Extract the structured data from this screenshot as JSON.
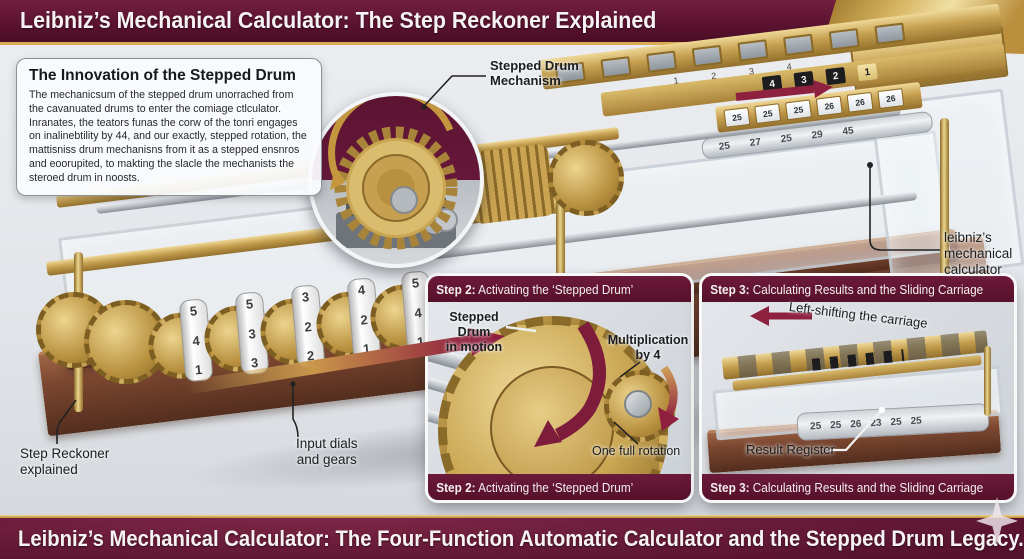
{
  "header": {
    "title": "Leibniz’s Mechanical Calculator: The Step Reckoner Explained"
  },
  "footer": {
    "title": "Leibniz’s Mechanical Calculator: The Four-Function Automatic Calculator and the Stepped Drum Legacy."
  },
  "innovation_box": {
    "title": "The Innovation of the Stepped Drum",
    "body": "The mechanicsum of the stepped drum unorrached from the cavanuated drums to enter the comiage ctlculator. Inranates, the teators funas the corw of the tonri engages on inalinebtility by 44, and our exactly, stepped rotation, the mattisniss drum mechanisns from it as a stepped ensnros and eoorupited, to makting the slacle the mechanists the steroed drum in noosts."
  },
  "callouts": {
    "stepped_drum_mechanism": "Stepped Drum\nMechanism",
    "leibniz_calculator": "leibniz’s\nmechanical\ncalculator",
    "step_reckoner": "Step Reckoner\nexplained",
    "input_dials": "Input dials\nand gears"
  },
  "machine": {
    "carriage_tabs": [
      "4",
      "3",
      "2",
      "1"
    ],
    "rail_numbers": [
      "1",
      "2",
      "3",
      "4"
    ],
    "window_digits": [
      "25",
      "25",
      "25",
      "26",
      "26",
      "26"
    ],
    "register_digits": [
      "25",
      "27",
      "25",
      "29",
      "45"
    ],
    "dial_wheels": [
      [
        "5",
        "4",
        "1"
      ],
      [
        "5",
        "3",
        "3"
      ],
      [
        "3",
        "2",
        "2"
      ],
      [
        "4",
        "2",
        "1"
      ],
      [
        "5",
        "4",
        "1"
      ]
    ]
  },
  "step2": {
    "title_prefix": "Step 2:",
    "title_rest": " Activating the ‘Stepped Drum’",
    "label_drum": "Stepped Drum\nin motion",
    "label_multiplication": "Multiplication\nby 4",
    "label_rotation": "One full rotation"
  },
  "step3": {
    "title_prefix": "Step 3:",
    "title_rest": " Calculating Results and the Sliding Carriage",
    "label_shift": "Left-shifting the carriage",
    "label_register": "Result Register",
    "register_digits": [
      "25",
      "25",
      "26",
      "23",
      "25",
      "25"
    ]
  },
  "colors": {
    "maroon": "#5c132f",
    "maroon_light": "#7d2746",
    "gold": "#c6a050",
    "gold_line": "#d9ab57",
    "arrow": "#8e1f3e",
    "wood": "#7a4630",
    "background": "#e2e5e9"
  }
}
